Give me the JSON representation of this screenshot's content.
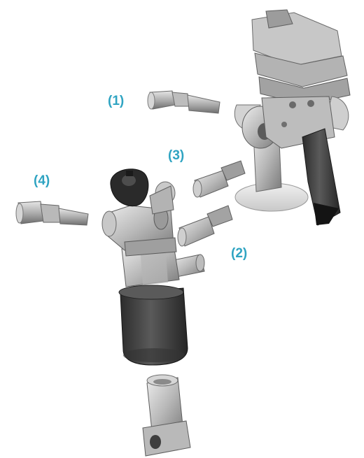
{
  "diagram": {
    "callouts": [
      {
        "id": "1",
        "label": "(1)"
      },
      {
        "id": "2",
        "label": "(2)"
      },
      {
        "id": "3",
        "label": "(3)"
      },
      {
        "id": "4",
        "label": "(4)"
      }
    ],
    "colors": {
      "callout": "#2fa4c2",
      "metal_light": "#d9d9d9",
      "metal_mid": "#a6a6a6",
      "metal_dark": "#6e6e6e",
      "rubber_dark": "#3b3b3b",
      "black": "#1a1a1a"
    }
  }
}
